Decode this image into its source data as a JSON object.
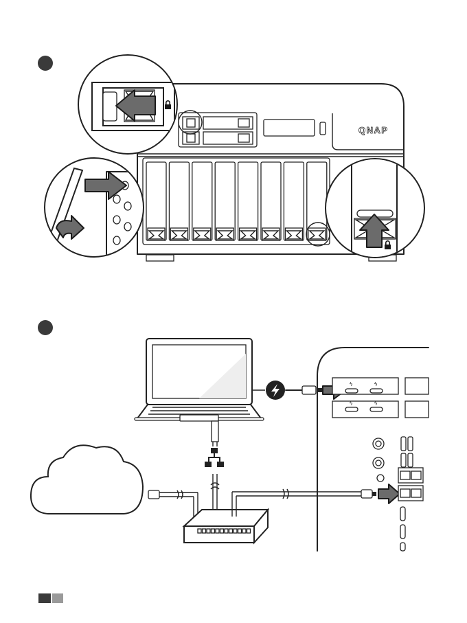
{
  "steps": [
    {
      "id": 1,
      "label": ""
    },
    {
      "id": 2,
      "label": ""
    }
  ],
  "nas": {
    "brand": "QNAP",
    "tray_count": 8,
    "front_bays": 4
  },
  "icons": [
    "lock-icon",
    "thunderbolt-icon",
    "network-icon",
    "cloud-icon",
    "push-arrow-icon"
  ],
  "colors": {
    "arrow_fill": "#6b6b6b",
    "step_marker": "#3a3a3a",
    "page_mark_dark": "#3a3a3a",
    "page_mark_light": "#9a9a9a"
  }
}
